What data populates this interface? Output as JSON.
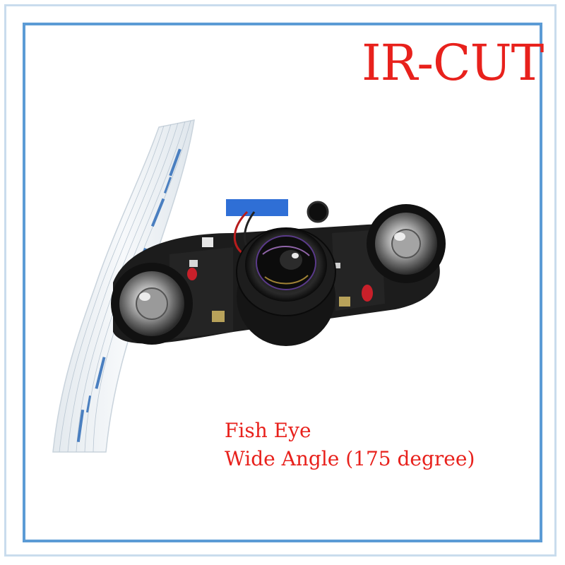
{
  "title": "IR-CUT",
  "caption": {
    "line1": "Fish Eye",
    "line2": "Wide Angle (175 degree)"
  },
  "colors": {
    "title": "#e8211c",
    "frame": "#5b9bd5",
    "frame_outer": "#c9dced",
    "cable": "#eef2f5",
    "cable_print": "#4a7fc0",
    "board": "#1c1c1c"
  },
  "product": {
    "subject": "camera-module-with-ir-leds-and-ribbon-cable"
  }
}
